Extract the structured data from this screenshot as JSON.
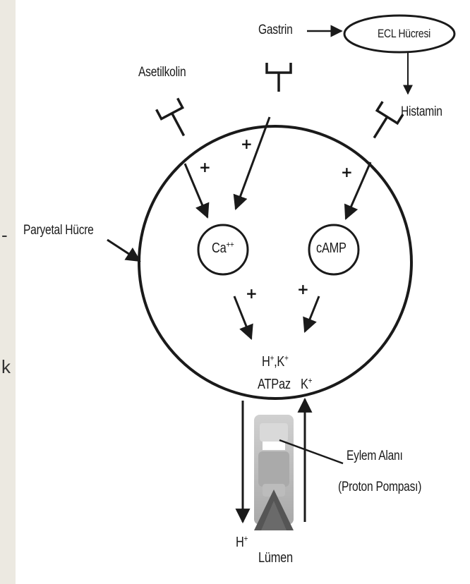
{
  "diagram": {
    "receptors": {
      "gastrin": "Gastrin",
      "acetylcholine": "Asetilkolin",
      "histamine": "Histamin"
    },
    "ecl_cell": "ECL Hücresi",
    "parietal_cell": "Paryetal Hücre",
    "second_messengers": {
      "calcium_base": "Ca",
      "calcium_charge": "++",
      "camp": "cAMP"
    },
    "stimulation_sign": "+",
    "pump_enzyme": {
      "line1_h": "H",
      "line1_h_charge": "+",
      "line1_sep": ",K",
      "line1_k_charge": "+",
      "line2": "ATPaz"
    },
    "ions": {
      "k_base": "K",
      "k_charge": "+",
      "h_base": "H",
      "h_charge": "+"
    },
    "action_site": {
      "line1": "Eylem Alanı",
      "line2": "(Proton Pompası)"
    },
    "lumen": "Lümen"
  },
  "page_edge": {
    "glyph_top": "-",
    "glyph_bottom": "k"
  },
  "colors": {
    "line": "#1a1a1a",
    "pump_light": "#bdbdbd",
    "pump_mid": "#8e8e8e",
    "pump_dark": "#555555"
  }
}
